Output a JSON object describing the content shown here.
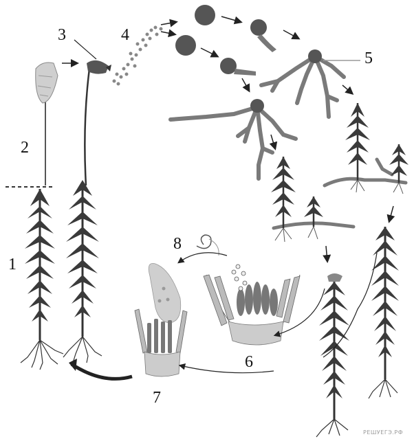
{
  "labels": {
    "n1": "1",
    "n2": "2",
    "n3": "3",
    "n4": "4",
    "n5": "5",
    "n6": "6",
    "n7": "7",
    "n8": "8"
  },
  "watermark": "РЕШУЕГЭ.РФ",
  "colors": {
    "plant": "#3a3a3a",
    "protonema": "#7a7a7a",
    "spore": "#555555",
    "capsule_light": "#cfcfcf",
    "arrow": "#222222"
  }
}
